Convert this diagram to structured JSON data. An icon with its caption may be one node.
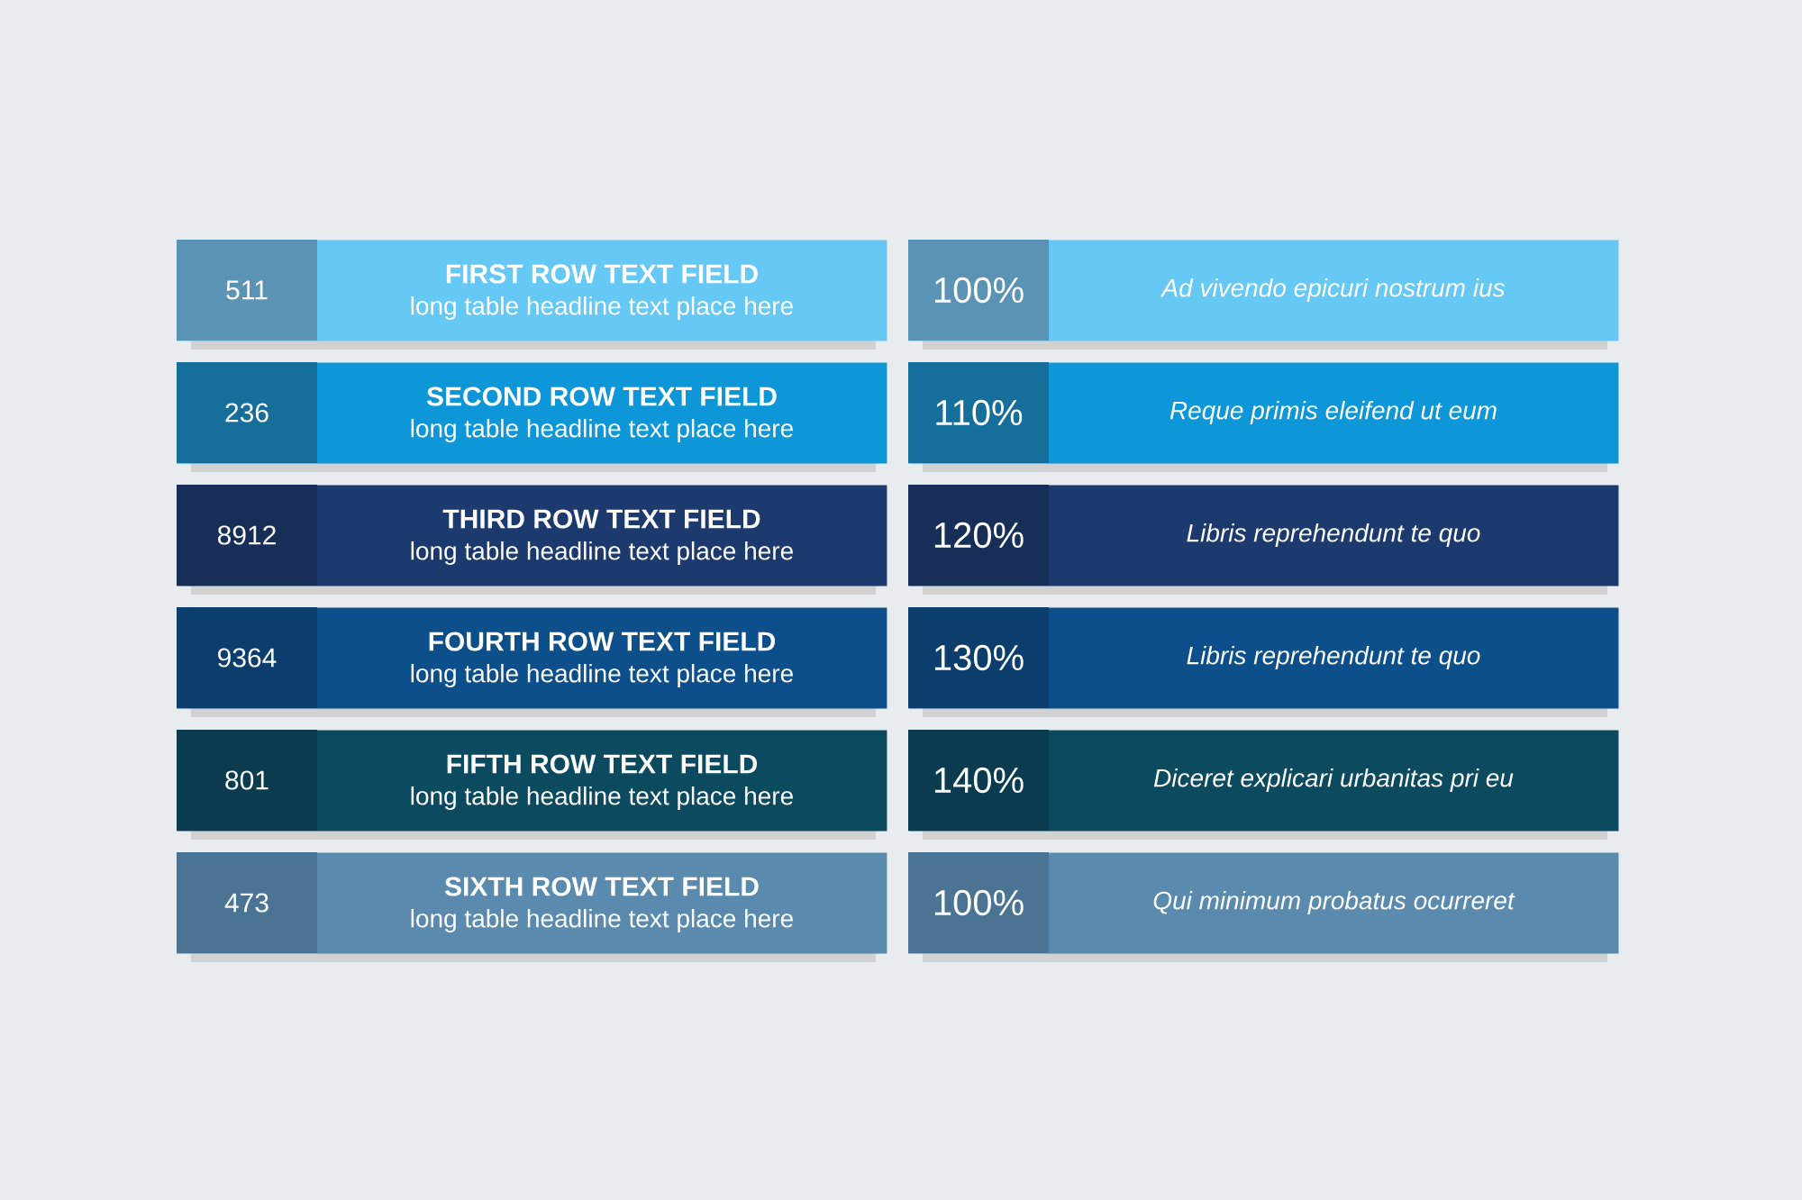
{
  "diagram": {
    "nodes": [
      {
        "text": [
          "511",
          "FIRST ROW TEXT FIELD",
          "long table headline text place here"
        ]
      },
      {
        "text": [
          "100%",
          "Ad vivendo epicuri nostrum ius"
        ]
      },
      {
        "text": [
          "236",
          "SECOND ROW TEXT FIELD",
          "long table headline text place here"
        ]
      },
      {
        "text": [
          "110%",
          "Reque primis eleifend ut eum"
        ]
      },
      {
        "text": [
          "8912",
          "THIRD ROW TEXT FIELD",
          "long table headline text place here"
        ]
      },
      {
        "text": [
          "120%",
          "Libris reprehendunt te quo"
        ]
      },
      {
        "text": [
          "9364",
          "FOURTH ROW TEXT FIELD",
          "long table headline text place here"
        ]
      },
      {
        "text": [
          "130%",
          "Libris reprehendunt te quo"
        ]
      },
      {
        "text": [
          "801",
          "FIFTH ROW TEXT FIELD",
          "long table headline text place here"
        ]
      },
      {
        "text": [
          "140%",
          "Diceret explicari urbanitas pri eu"
        ]
      },
      {
        "text": [
          "473",
          "SIXTH ROW TEXT FIELD",
          "long table headline text place here"
        ]
      },
      {
        "text": [
          "100%",
          "Qui minimum probatus ocurreret"
        ]
      }
    ]
  }
}
